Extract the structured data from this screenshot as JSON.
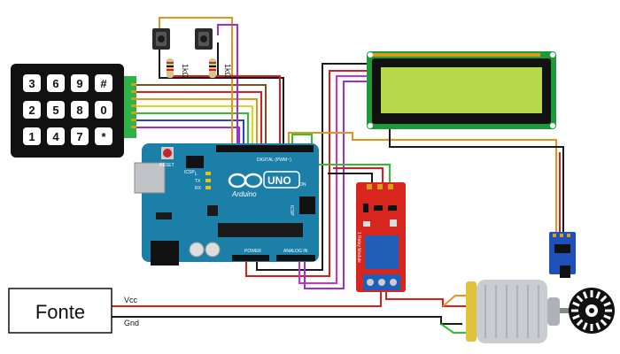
{
  "keypad": {
    "keys": [
      "3",
      "6",
      "9",
      "#",
      "2",
      "5",
      "8",
      "0",
      "1",
      "4",
      "7",
      "*"
    ]
  },
  "buttons": {
    "resistor_label_1": "1kΩ",
    "resistor_label_2": "1kΩ"
  },
  "arduino": {
    "logo": "UNO",
    "brand": "Arduino",
    "reset_label": "RESET",
    "icsp_label": "ICSP",
    "icsp2_label": "ICSP",
    "digital_label": "DIGITAL (PWM~)",
    "analog_label": "ANALOG IN",
    "power_label": "POWER",
    "tx_label": "TX",
    "rx_label": "RX",
    "l_label": "L",
    "on_label": "ON"
  },
  "relay": {
    "label": "1 Relay Module"
  },
  "power": {
    "source_label": "Fonte",
    "vcc_label": "Vcc",
    "gnd_label": "Gnd"
  },
  "colors": {
    "arduino_blue": "#1b7fa8",
    "lcd_green": "#b7d84a",
    "relay_red": "#d7261e",
    "wire_red": "#e01b1b",
    "wire_black": "#1a1a1a",
    "wire_orange": "#e8921c",
    "wire_purple": "#9b30d9",
    "wire_green": "#2fbf2f",
    "wire_yellow": "#e6d21a",
    "wire_brown": "#8b4a1a",
    "wire_blue": "#2a3fd8",
    "wire_pink": "#d22fd2"
  }
}
